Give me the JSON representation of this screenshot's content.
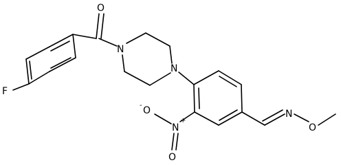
{
  "structure": {
    "atoms": {
      "fluorine": "F",
      "carbonyl_oxygen": "O",
      "piperazine_n1": "N",
      "piperazine_n4": "N",
      "nitro_nitrogen": "N",
      "nitro_nitrogen_charge": "+",
      "nitro_oxygen_double": "O",
      "nitro_oxygen_single": "O",
      "nitro_oxygen_charge": "-",
      "oxime_nitrogen": "N",
      "oxime_oxygen": "O"
    }
  }
}
